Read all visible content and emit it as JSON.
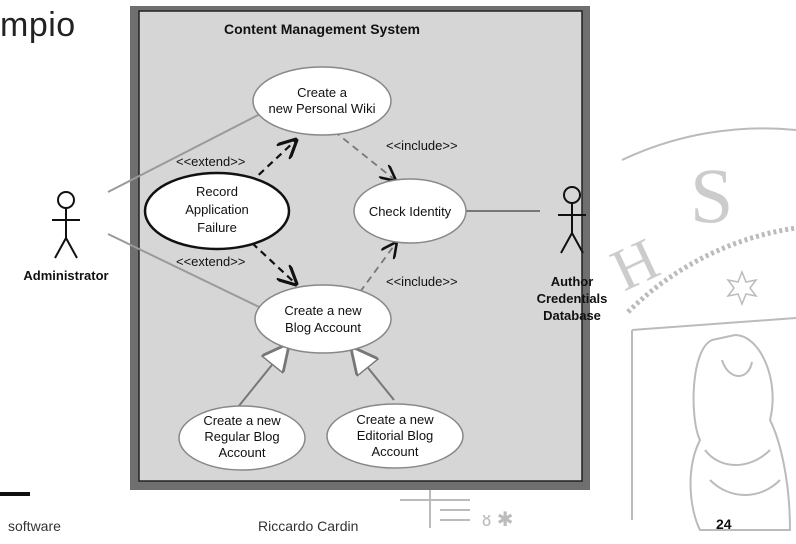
{
  "slide": {
    "title_fragment": "mpio",
    "footer_left": "software",
    "footer_center": "Riccardo Cardin",
    "page_number": "24"
  },
  "diagram": {
    "system_title": "Content Management System",
    "actors": {
      "administrator": [
        "Administrator"
      ],
      "author_db": [
        "Author",
        "Credentials",
        "Database"
      ]
    },
    "use_cases": {
      "create_wiki": [
        "Create a",
        "new Personal Wiki"
      ],
      "record_failure": [
        "Record",
        "Application",
        "Failure"
      ],
      "check_identity": [
        "Check Identity"
      ],
      "create_blog": [
        "Create a new",
        "Blog Account"
      ],
      "regular_blog": [
        "Create a new",
        "Regular Blog",
        "Account"
      ],
      "editorial_blog": [
        "Create a new",
        "Editorial Blog",
        "Account"
      ]
    },
    "relations": {
      "extend_top": "<<extend>>",
      "extend_bottom": "<<extend>>",
      "include_top": "<<include>>",
      "include_bottom": "<<include>>"
    }
  },
  "colors": {
    "system_fill": "#d6d6d6",
    "line": "#111111",
    "assoc_line": "#9a9a9a",
    "watermark": "#b5b5b5"
  }
}
